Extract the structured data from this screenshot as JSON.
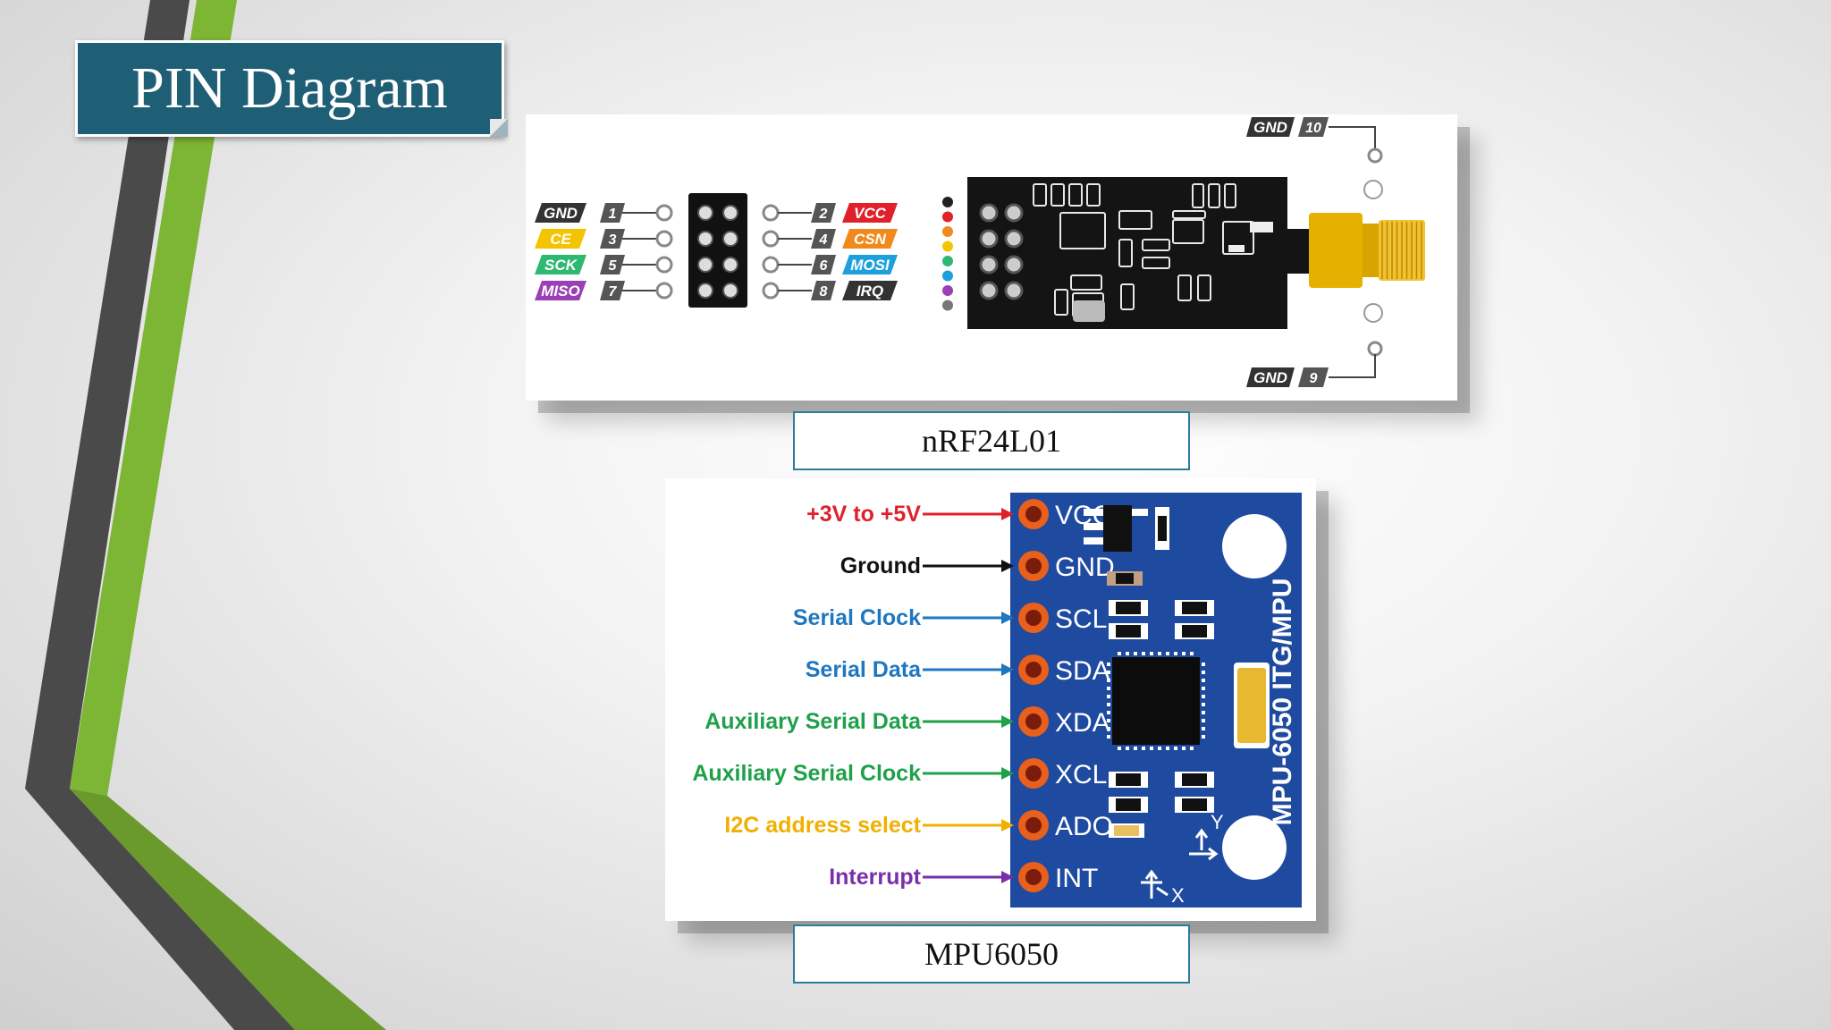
{
  "slide": {
    "title": "PIN Diagram",
    "accent_colors": {
      "dark_band": "#4a4a4a",
      "green_band": "#7db534",
      "title_fill": "#1f5f76"
    }
  },
  "nrf24l01": {
    "caption": "nRF24L01",
    "left_pins": [
      {
        "label": "GND",
        "number": "1",
        "color": "#333333"
      },
      {
        "label": "CE",
        "number": "3",
        "color": "#f5c400"
      },
      {
        "label": "SCK",
        "number": "5",
        "color": "#2eb872"
      },
      {
        "label": "MISO",
        "number": "7",
        "color": "#9a3fb5"
      }
    ],
    "right_pins": [
      {
        "label": "VCC",
        "number": "2",
        "color": "#e0202a"
      },
      {
        "label": "CSN",
        "number": "4",
        "color": "#f08a1c"
      },
      {
        "label": "MOSI",
        "number": "6",
        "color": "#1ea0dc"
      },
      {
        "label": "IRQ",
        "number": "8",
        "color": "#333333"
      }
    ],
    "antenna_pins": [
      {
        "label": "GND",
        "number": "10"
      },
      {
        "label": "GND",
        "number": "9"
      }
    ]
  },
  "mpu6050": {
    "caption": "MPU6050",
    "board_text": "MPU-6050 ITG/MPU",
    "board_color": "#1e4aa0",
    "pins": [
      {
        "pin": "VCC",
        "desc": "+3V to +5V",
        "color": "#e0202a"
      },
      {
        "pin": "GND",
        "desc": "Ground",
        "color": "#111111"
      },
      {
        "pin": "SCL",
        "desc": "Serial Clock",
        "color": "#1f77c0"
      },
      {
        "pin": "SDA",
        "desc": "Serial Data",
        "color": "#1f77c0"
      },
      {
        "pin": "XDA",
        "desc": "Auxiliary Serial Data",
        "color": "#1fa04a"
      },
      {
        "pin": "XCL",
        "desc": "Auxiliary Serial Clock",
        "color": "#1fa04a"
      },
      {
        "pin": "ADO",
        "desc": "I2C address select",
        "color": "#f0b000"
      },
      {
        "pin": "INT",
        "desc": "Interrupt",
        "color": "#7a2ea8"
      }
    ],
    "axis_labels": {
      "y": "Y",
      "x": "X"
    }
  }
}
